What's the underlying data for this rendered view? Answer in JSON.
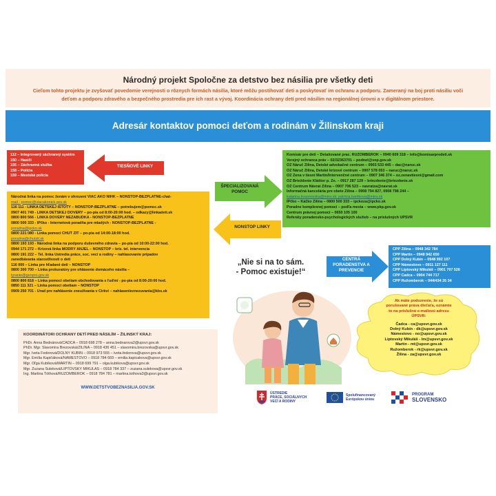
{
  "header": {
    "title": "Národný projekt Spoločne za detstvo bez násilia pre všetky deti",
    "intro_line1": "Cieľom tohto projektu je zvyšovať povedomie verejnosti o rôznych formách násilia, ktoré môžu postihovať deti a poskytovať im ochranu a podporu. Zameraný na boj proti násiliu voči",
    "intro_line2": "deťom a podporu zdravého a bezpečného prostredia pre ich rast a vývoj. Koordinácia ochrany detí pred násilím na regionálnej úrovni a v digitálnom priestore."
  },
  "banner": {
    "title": "Adresár kontaktov pomoci deťom a rodinám v Žilinskom kraji"
  },
  "emergency": {
    "label": "TIESŇOVÉ LINKY",
    "lines": [
      "112 – Integrovaný záchranný systém",
      "150 – Hasiči",
      "155 – Záchranná služba",
      "158 – Polícia",
      "159 – Mestská polícia"
    ]
  },
  "nonstop": {
    "label": "NONSTOP LINKY",
    "lines": [
      "Národná linka na pomoc ženám v ohrození VIAC AKO NIHK – NONSTOP-BEZPLATNE-chat-",
      "mail - pomoc@viacakonick.gov.sk",
      "116 111 - LINKA DETSKEJ ISTOTY – NONSTOP-BEZPLATNE – potrebujem@pomoc.sk",
      "0907 401 749 - LINKA DETSKEJ DÔVERY – po-pia od 8:00-20:00 hod. – odkazy@linkadeti.sk",
      "0800 800 566 - LINKA DÔVERY NEZÁBUDKA - NONSTOP-BEZPLATNE",
      "0800 500 333 - IPčko - Internetová poradňa pre mladých - NONSTOP-BEZPLATNE -",
      "poradna@ipcko.sk",
      "0800 221 080 - Linka pomoci CHUŤ ŽIŤ – po-pia od 14:00-18:00 hod.",
      "poradna@chutzit.sk",
      "0800 193 193 - Národná linka na podporu duševného zdravia – po-pia od 10:00-22:00 hod.",
      "0944 171 272 – Krízová linka MODRÝ ANJEL – NONSTOP – kríz. tel. intervencia",
      "0800 191 222 – Tel. linka Ústredia práce, soc. vecí a rodiny – nahlasovanie prípadov",
      "zanedbávania starostlivosti o deti",
      "116 000 – Linka pre hľadané deti – NONSTOP",
      "0800 300 700 – Linka prokuratúry pre ohlásenie domáceho násilia –",
      "tyranie@genpro.gov.sk",
      "0800 800 818 – Linka pomoci obetiam obchodovania s ľuďmi - po-pia od 8:00-20:00 hod.",
      "0850 111 321 – Linka pomoci obetiam – NONSTOP",
      "0909 250 701 - Úrad pre nahlásenie zneužívania v Cirkvi – nahlasenieznezuvania@kbs.sk"
    ]
  },
  "specialized": {
    "label": "ŠPECIALIZOVANÁ POMOC",
    "lines": [
      "Komisár pre deti – Detašované prac. RUŽOMBEROK – 0940 609 318 – info@komisarpredeti.sk",
      "Verejný ochranca práv – 02/32363701 – podnet@vop.gov.sk",
      "OZ Náruč Žilina, Detské advokačné centrum – 0903 533 445 – dac@naruc.sk",
      "OZ Náruč Žilina, Detské krízové centrum – 0907 578 053 – naruc@naruc.sk",
      "OZ Žena v tiesni Martin/Intervenčné centrum – 0907 346 374 – oz.zenavtiesni@gmail.com",
      "OZ Brieždenie Kláštor p. Zn. – 0917 287 129 – briezdenie@briezdenie.sk",
      "OZ Centrum Návrat Žilina – 0907 706 523 – navratza@navrat.sk",
      "Informačná kancelária pre obete Žilina – 0908 794 827, 0908 798 244 –",
      "katarina.kvasnovska@minv.sk; patricia.bartikova@minv.sk",
      "IPčko – Káčko Žilina – 0800 500 333 – ipckoza@ipcko.sk",
      "Poradne komplexnej pomoci – podľa mesta – www.pkp.gov.sk",
      "Centrum právnej pomoci – 0650 105 100",
      "Referáty poradensko-psychologických služieb – na príslušných ÚPSVR"
    ]
  },
  "centers": {
    "label": "CENTRÁ PORADENSTVA A PREVENCIE",
    "lines": [
      "CPP Žilina – 0948 342 784",
      "CPP Martin – 0948 942 650",
      "CPP Dolný Kubín – 0948 992 107",
      "CPP Námestovo – 0911 127 111",
      "CPP Liptovský Mikuláš – 0901 707 526",
      "CPP Čadca – 0904 744 717",
      "CPP Ružomberok – 044/434 26 34"
    ]
  },
  "quote": {
    "line1": "„Nie si na to sám.",
    "line2": "- Pomoc existuje!“"
  },
  "cloud": {
    "lines": [
      "Ak máte podozrenie, že sú",
      "porušované práva dieťaťa, oznámte",
      "to na príslušnú e-mailovú adresu",
      "ÚPSVR:"
    ],
    "offices": [
      "Čadca - ca@upsvr.gov.sk",
      "Dolný Kubín - dk@upsvr.gov.sk",
      "Námestovo - no@upsvr.gov.sk",
      "Liptovský Mikuláš - lm@upsvr.gov.sk",
      "Martin - mt@upsvr.gov.sk",
      "Ružomberok - rk@upsvr.gov.sk",
      "Žilina - za@upsvr.gov.sk"
    ]
  },
  "coordinators": {
    "title": "KOORDINÁTORI OCHRANY DETÍ PRED NÁSILÍM – ŽILINSKÝ KRAJ:",
    "lines": [
      "PhDr. Anna Bednárová/ČADCA – 0918 698 278 – anna.bednarova2@upsvr.gov.sk",
      "PhDr. Mgr. Slavomíra Brezovská/ŽILINA – 0918 436 451 – slavomira.brezovska@upsvr.gov.sk",
      "Mgr. Iveta Fedorová/DOLNÝ KUBÍN – 0918 973 555 – iveta.fedorova@upsvr.gov.sk",
      "Mgr. Emília Kapičáková/NÁMESTOVO – 0918 784 669 – emilia.kapicakova@upsvr.gov.sk",
      "Mgr. Oľga Kubíková/MARTIN – 0918 699 791 – olga.kubikova@upsvr.gov.sk",
      "Mgr. Zuzana Šuleková/LIPTOVSKÝ MIKULÁŠ – 0918 784 337 – zuzana.sulekova@upsvr.gov.sk",
      "Ing. Martina Tóthová/RUŽOMBEROK – 0918 784 781 – martina.tothova3@upsvr.gov.sk"
    ],
    "website": "WWW.DETSTVOBEZNASILIA.GOV.SK"
  },
  "logos": {
    "ministry": [
      "ÚSTREDIE",
      "PRÁCE, SOCIÁLNYCH",
      "VECÍ A RODINY"
    ],
    "eu": [
      "Spolufinancovaný",
      "Európskou úniou"
    ],
    "program": [
      "PROGRAM",
      "SLOVENSKO"
    ]
  },
  "colors": {
    "emergency": "#e0392b",
    "nonstop": "#f8c21b",
    "specialized": "#6fc140",
    "banner": "#2a8fd6",
    "cloud": "#fff27a",
    "accent": "#c45f2a"
  }
}
